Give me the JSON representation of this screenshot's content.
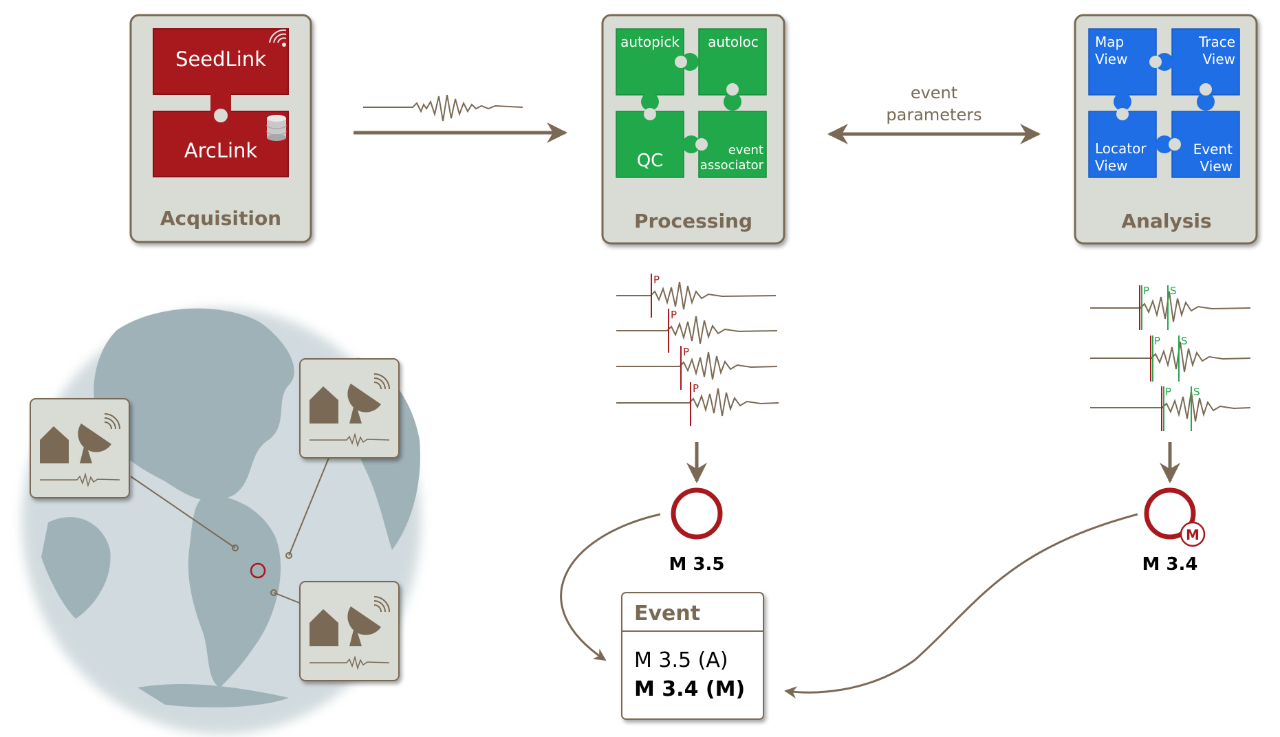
{
  "acquisition": {
    "title": "Acquisition",
    "modules": [
      "SeedLink",
      "ArcLink"
    ]
  },
  "processing": {
    "title": "Processing",
    "modules": [
      "autopick",
      "autoloc",
      "QC",
      "event",
      "associator"
    ]
  },
  "analysis": {
    "title": "Analysis",
    "modules": {
      "map": [
        "Map",
        "View"
      ],
      "trace": [
        "Trace",
        "View"
      ],
      "locator": [
        "Locator",
        "View"
      ],
      "event": [
        "Event",
        "View"
      ]
    }
  },
  "event_parameters": [
    "event",
    "parameters"
  ],
  "picks": {
    "p": "P",
    "s": "S"
  },
  "auto_magnitude": "M 3.5",
  "manual_magnitude": "M 3.4",
  "manual_badge": "M",
  "event_box": {
    "title": "Event",
    "line_auto": "M 3.5 (A)",
    "line_manual": "M 3.4 (M)"
  },
  "colors": {
    "frame_fill": "#d8dcd5",
    "frame_stroke": "#7a6a55",
    "brown": "#7a6a55",
    "red": "#a8191e",
    "green": "#21a84a",
    "blue": "#1f6ee6",
    "globe": "#9fb2b8"
  }
}
